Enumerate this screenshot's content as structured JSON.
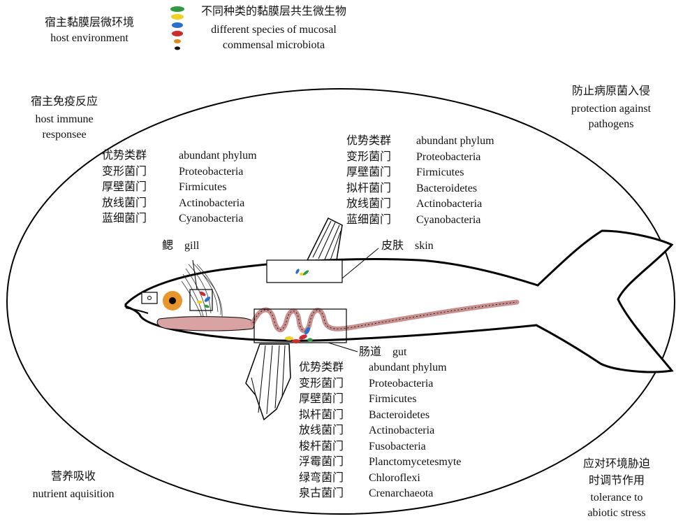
{
  "legend": {
    "host_env_zh": "宿主黏膜层微环境",
    "host_env_en": "host environment",
    "microbe_zh": "不同种类的黏膜层共生微生物",
    "microbe_en1": "different species of mucosal",
    "microbe_en2": "commensal microbiota",
    "microbe_colors": [
      "#2e9a3b",
      "#f0d21a",
      "#2a6fd0",
      "#d02a2a",
      "#e08a1a",
      "#111111"
    ]
  },
  "corners": {
    "top_left_zh": "宿主免疫反应",
    "top_left_en1": "host immune",
    "top_left_en2": "responsee",
    "top_right_zh": "防止病原菌入侵",
    "top_right_en1": "protection against",
    "top_right_en2": "pathogens",
    "bottom_left_zh": "营养吸收",
    "bottom_left_en": "nutrient aquisition",
    "bottom_right_zh1": "应对环境胁迫",
    "bottom_right_zh2": "时调节作用",
    "bottom_right_en1": "tolerance to",
    "bottom_right_en2": "abiotic stress"
  },
  "labels": {
    "gill": "鳃　gill",
    "skin": "皮肤　skin",
    "gut": "肠道　gut"
  },
  "gill_table": [
    {
      "zh": "优势类群",
      "en": "abundant phylum"
    },
    {
      "zh": "变形菌门",
      "en": "Proteobacteria"
    },
    {
      "zh": "厚壁菌门",
      "en": "Firmicutes"
    },
    {
      "zh": "放线菌门",
      "en": "Actinobacteria"
    },
    {
      "zh": "蓝细菌门",
      "en": "Cyanobacteria"
    }
  ],
  "skin_table": [
    {
      "zh": "优势类群",
      "en": "abundant phylum"
    },
    {
      "zh": "变形菌门",
      "en": "Proteobacteria"
    },
    {
      "zh": "厚壁菌门",
      "en": "Firmicutes"
    },
    {
      "zh": "拟杆菌门",
      "en": "Bacteroidetes"
    },
    {
      "zh": "放线菌门",
      "en": "Actinobacteria"
    },
    {
      "zh": "蓝细菌门",
      "en": "Cyanobacteria"
    }
  ],
  "gut_table": [
    {
      "zh": "优势类群",
      "en": "abundant phylum"
    },
    {
      "zh": "变形菌门",
      "en": "Proteobacteria"
    },
    {
      "zh": "厚壁菌门",
      "en": "Firmicutes"
    },
    {
      "zh": "拟杆菌门",
      "en": "Bacteroidetes"
    },
    {
      "zh": "放线菌门",
      "en": "Actinobacteria"
    },
    {
      "zh": "梭杆菌门",
      "en": "Fusobacteria"
    },
    {
      "zh": "浮霉菌门",
      "en": "Planctomycetesmyte"
    },
    {
      "zh": "绿弯菌门",
      "en": "Chloroflexi"
    },
    {
      "zh": "泉古菌门",
      "en": "Crenarchaeota"
    }
  ],
  "colors": {
    "intestine": "#d9a3a3",
    "eye_ring": "#e8962a"
  }
}
